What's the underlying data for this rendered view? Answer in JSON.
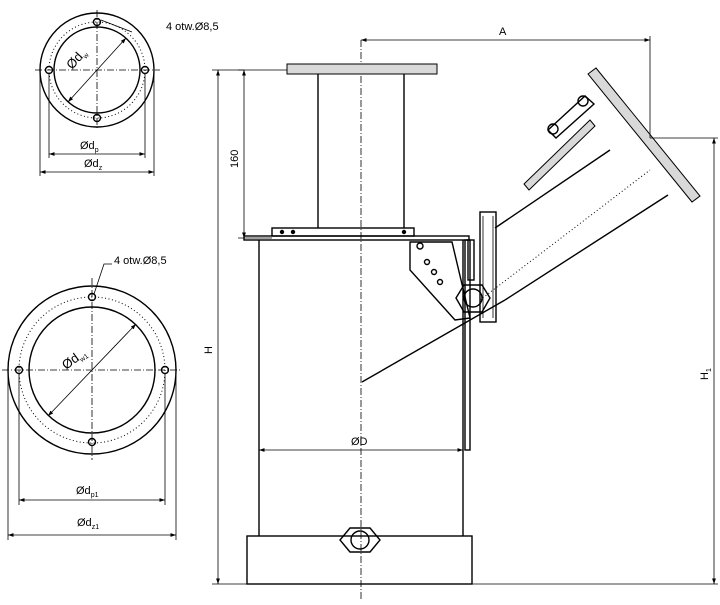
{
  "small_flange": {
    "holes_note": "4 otw.Ø8,5",
    "inner_diameter": {
      "symbol": "Ød",
      "subscript": "w"
    },
    "pitch_diameter": {
      "symbol": "Ød",
      "subscript": "p"
    },
    "outer_diameter": {
      "symbol": "Ød",
      "subscript": "z"
    }
  },
  "large_flange": {
    "holes_note": "4 otw.Ø8,5",
    "inner_diameter": {
      "symbol": "Ød",
      "subscript": "w1"
    },
    "pitch_diameter": {
      "symbol": "Ød",
      "subscript": "p1"
    },
    "outer_diameter": {
      "symbol": "Ød",
      "subscript": "z1"
    }
  },
  "main_view": {
    "dim_A": "A",
    "dim_160": "160",
    "dim_H": "H",
    "dim_H1": {
      "symbol": "H",
      "subscript": "1"
    },
    "dim_D": "ØD"
  }
}
